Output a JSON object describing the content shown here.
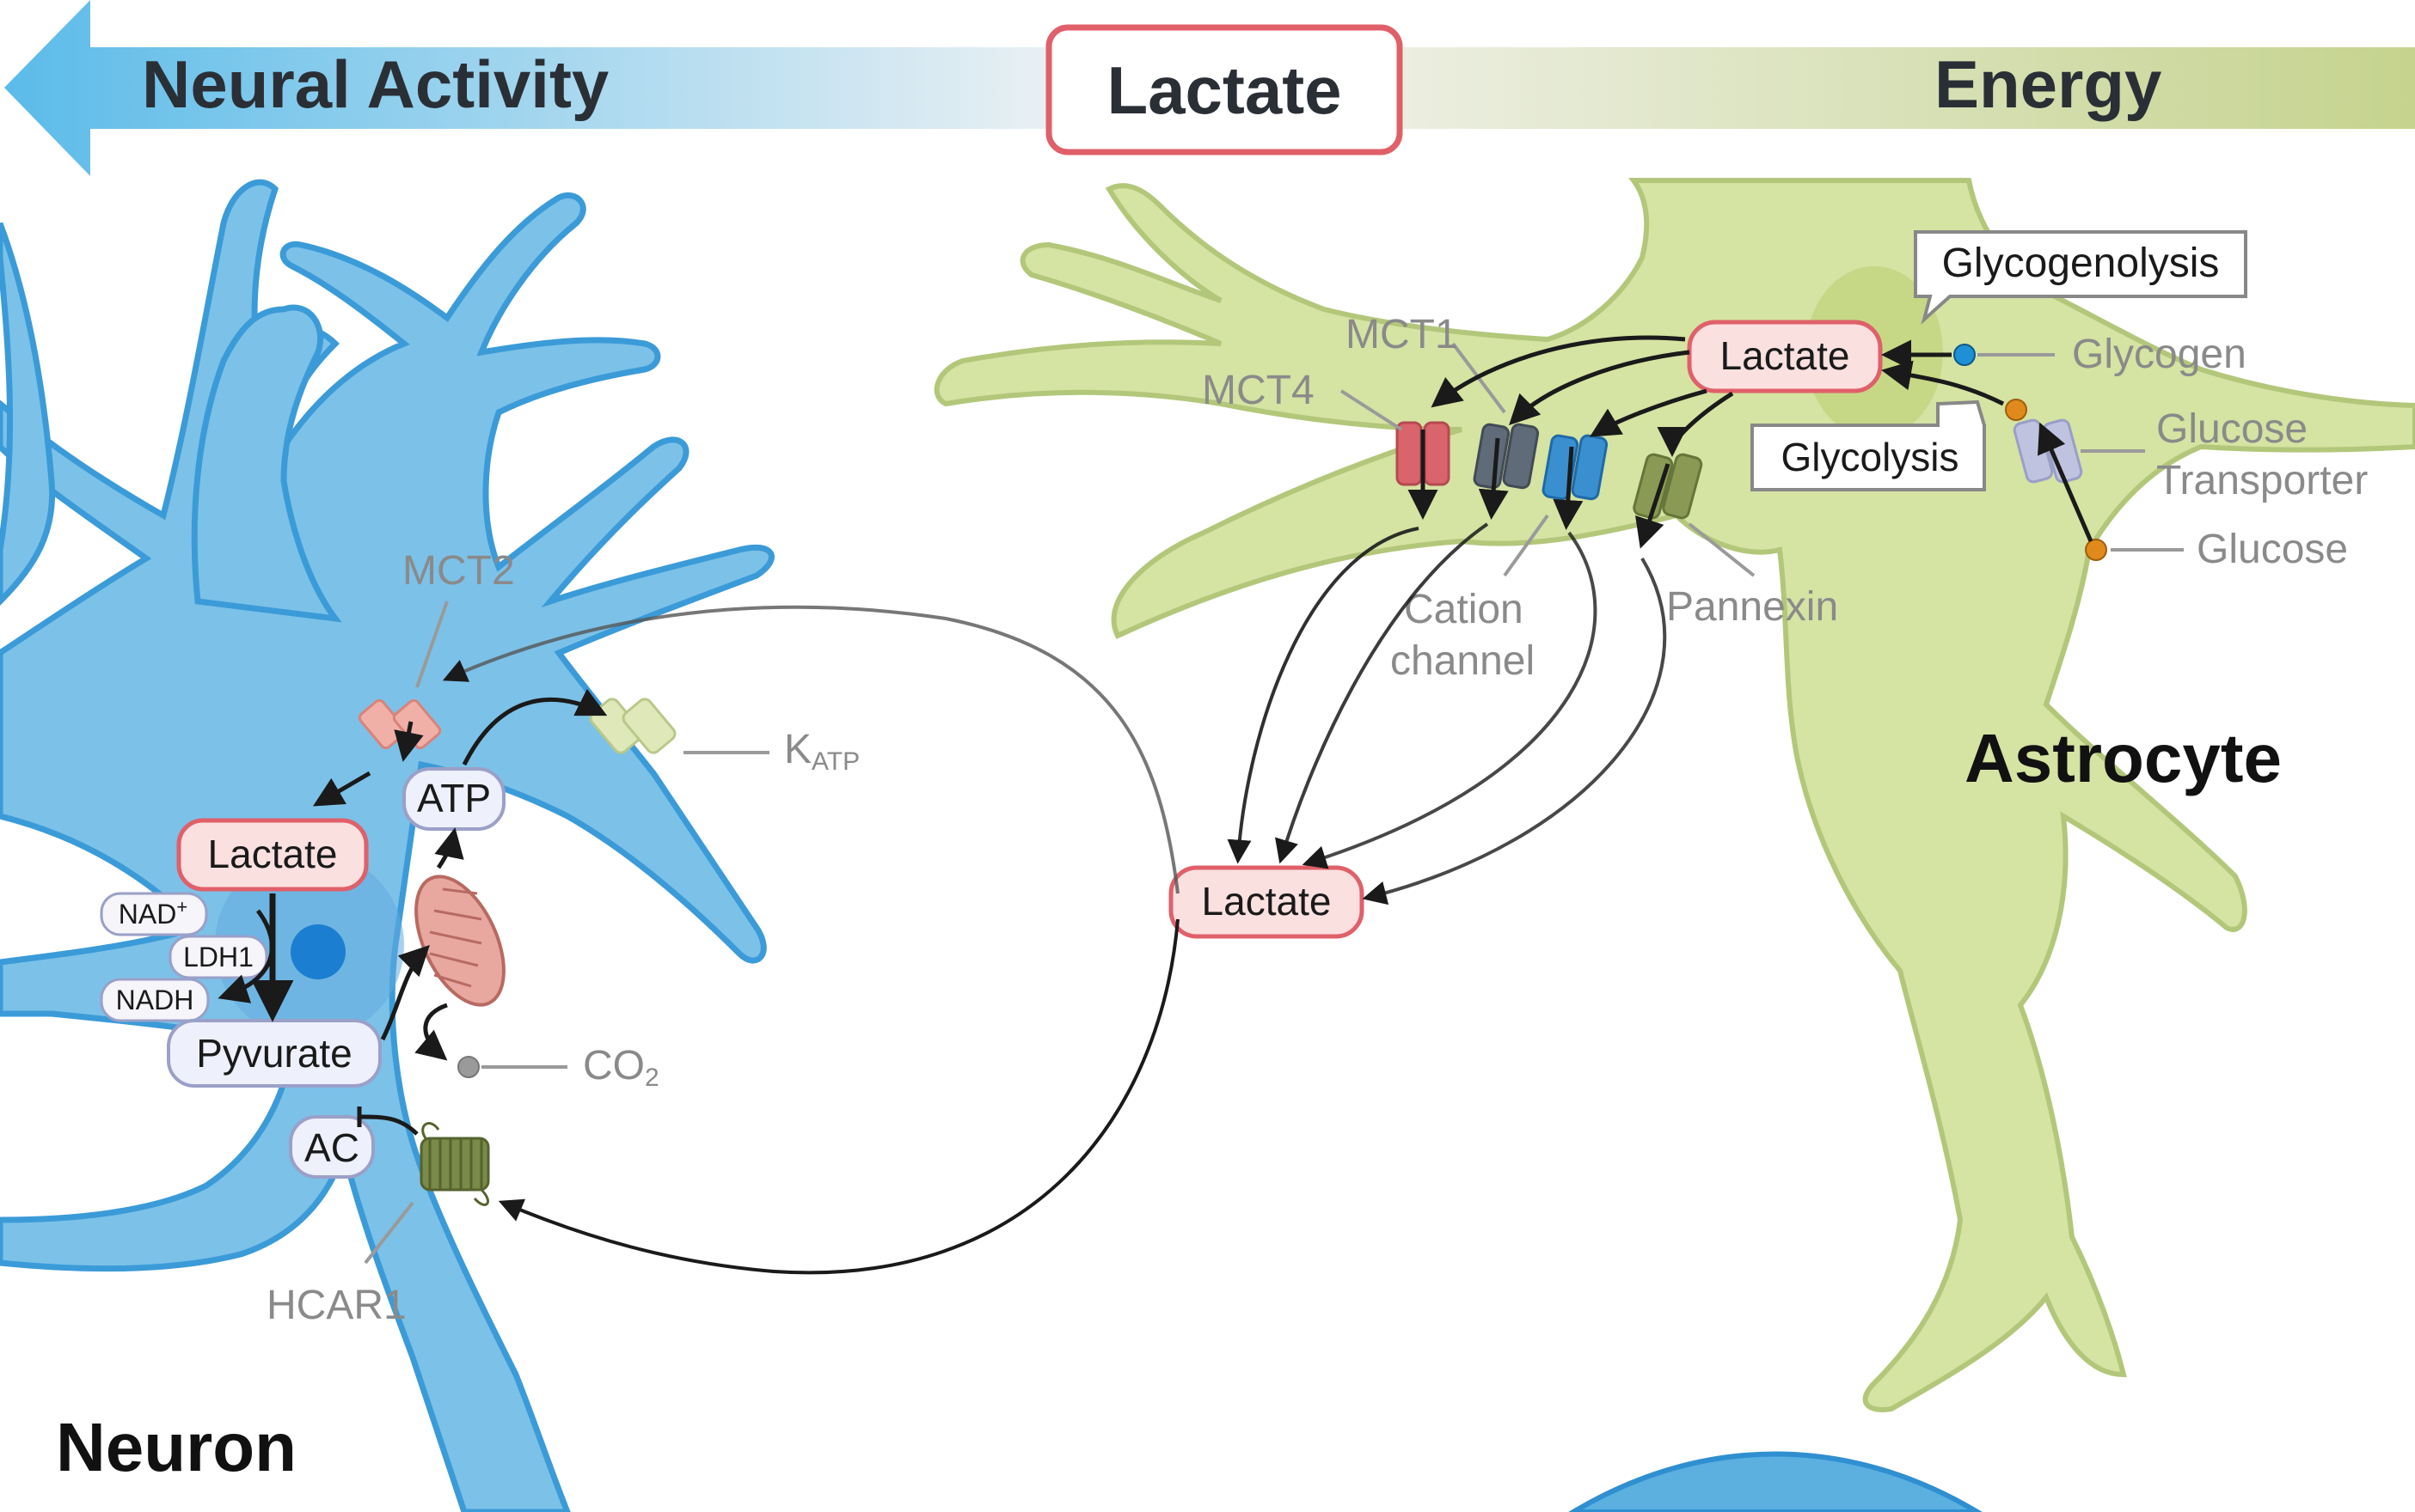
{
  "banner": {
    "left_label": "Neural Activity",
    "center_label": "Lactate",
    "right_label": "Energy",
    "left_color": "#5bbbe9",
    "right_color": "#c5d38e",
    "center_border_color": "#e0606a"
  },
  "neuron": {
    "title": "Neuron",
    "body_color": "#7cc1e8",
    "outline_color": "#3b9bd8",
    "lactate": "Lactate",
    "pyruvate": "Pyvurate",
    "atp": "ATP",
    "ac": "AC",
    "nad_plus": "NAD",
    "nad_plus_sup": "+",
    "ldh1": "LDH1",
    "nadh": "NADH",
    "mct2": "MCT2",
    "katp_main": "K",
    "katp_sub": "ATP",
    "co2_main": "CO",
    "co2_sub": "2",
    "hcar1": "HCAR1"
  },
  "extracellular": {
    "lactate": "Lactate"
  },
  "astrocyte": {
    "title": "Astrocyte",
    "body_color": "#d5e3a3",
    "outline_color": "#b3c77a",
    "lactate": "Lactate",
    "glycogenolysis": "Glycogenolysis",
    "glycolysis": "Glycolysis",
    "glycogen": "Glycogen",
    "glucose_transporter_line1": "Glucose",
    "glucose_transporter_line2": "Transporter",
    "glucose": "Glucose",
    "mct1": "MCT1",
    "mct4": "MCT4",
    "cation_line1": "Cation",
    "cation_line2": "channel",
    "pannexin": "Pannexin"
  },
  "colors": {
    "lactate_fill": "#fbe0e0",
    "lactate_border": "#e0606a",
    "label_gray": "#8a8a8a",
    "mct_red": "#d9646b",
    "mct_gray": "#5f6b78",
    "cation_blue": "#3a8fd0",
    "pannexin_green": "#8a9a55",
    "glycogen_dot": "#1e90d6",
    "glucose_dot": "#e08a1e"
  }
}
